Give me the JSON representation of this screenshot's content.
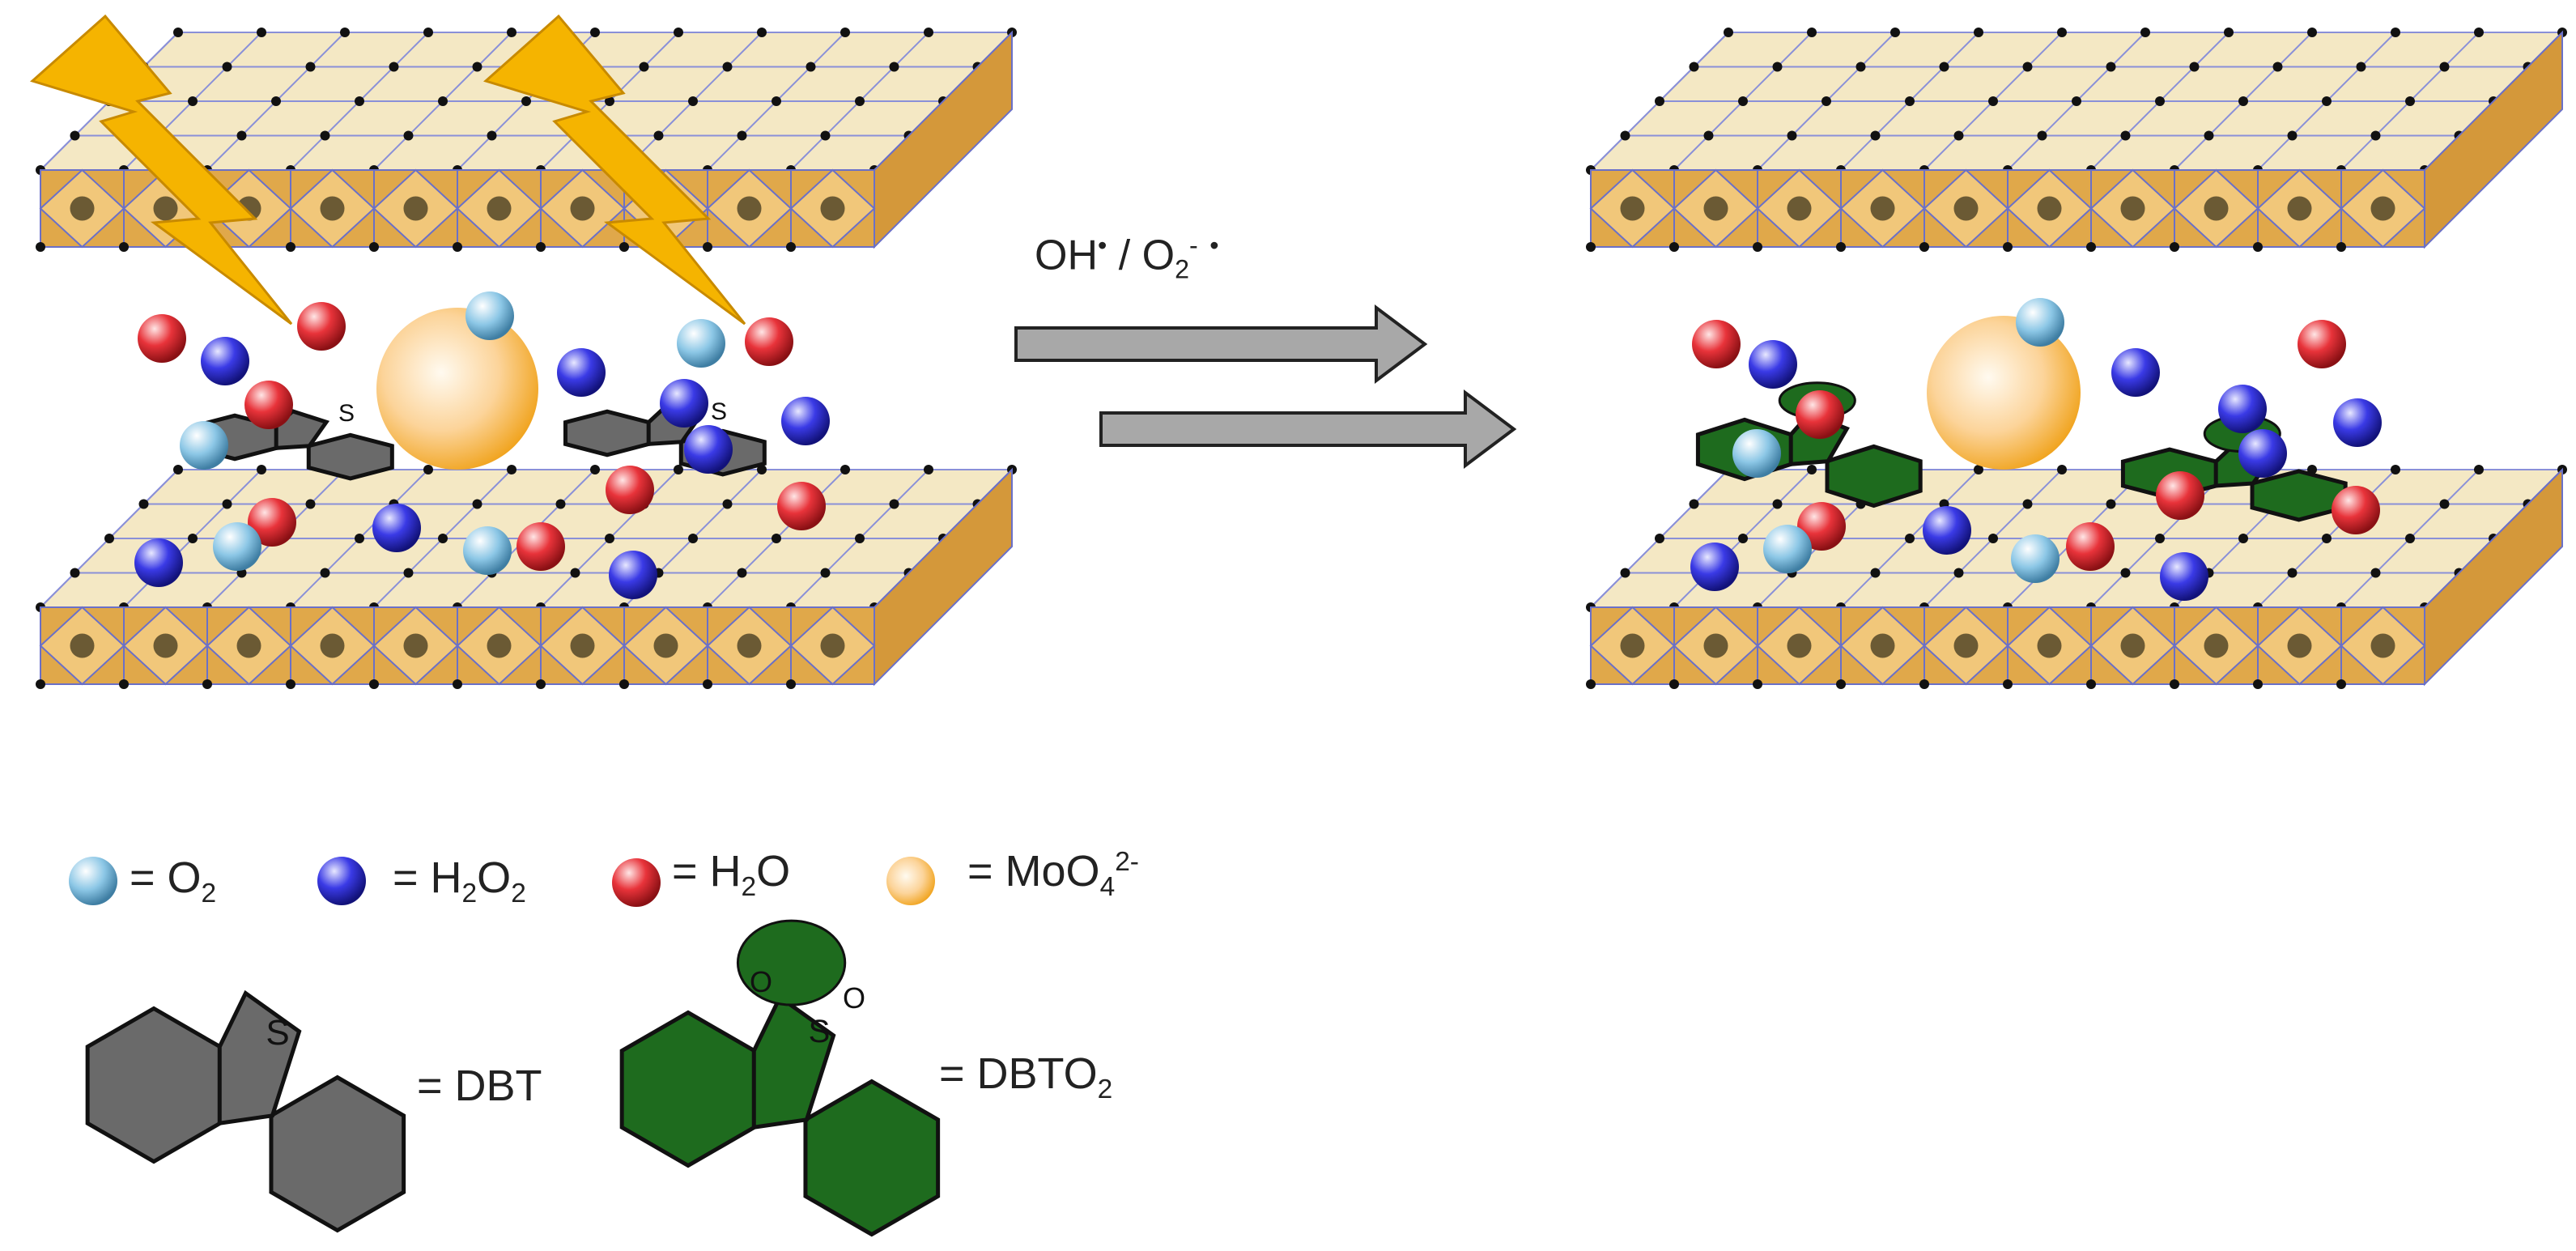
{
  "reaction": {
    "label_main": "OH",
    "label_sep": " / O",
    "label_sub": "2",
    "label_sup": "-",
    "label_dot": "•"
  },
  "legend": {
    "o2": {
      "prefix": "= O",
      "sub": "2",
      "color": "#8cc7e6"
    },
    "h2o2": {
      "prefix": "= H",
      "sub1": "2",
      "mid": "O",
      "sub2": "2",
      "color": "#3a3ae6"
    },
    "h2o": {
      "prefix": "= H",
      "sub": "2",
      "suffix": "O",
      "color": "#e8333a"
    },
    "moo4": {
      "prefix": "= MoO",
      "sub": "4",
      "sup": "2-",
      "color": "#f4a21e"
    },
    "dbt": {
      "label": "= DBT",
      "atom": "S",
      "color": "#6a6a6a"
    },
    "dbto2": {
      "prefix": "= DBTO",
      "sub": "2",
      "atom_s": "S",
      "atom_o": "O",
      "color": "#1e6b1e"
    }
  },
  "colors": {
    "lightning": "#f5b400",
    "octahedron_top": "#f4e8c4",
    "octahedron_side": "#e0a84a",
    "octahedron_core": "#6b5a34",
    "dbt": "#6a6a6a",
    "dbto2": "#1e6b1e",
    "arrow": "#a8a8a8"
  }
}
